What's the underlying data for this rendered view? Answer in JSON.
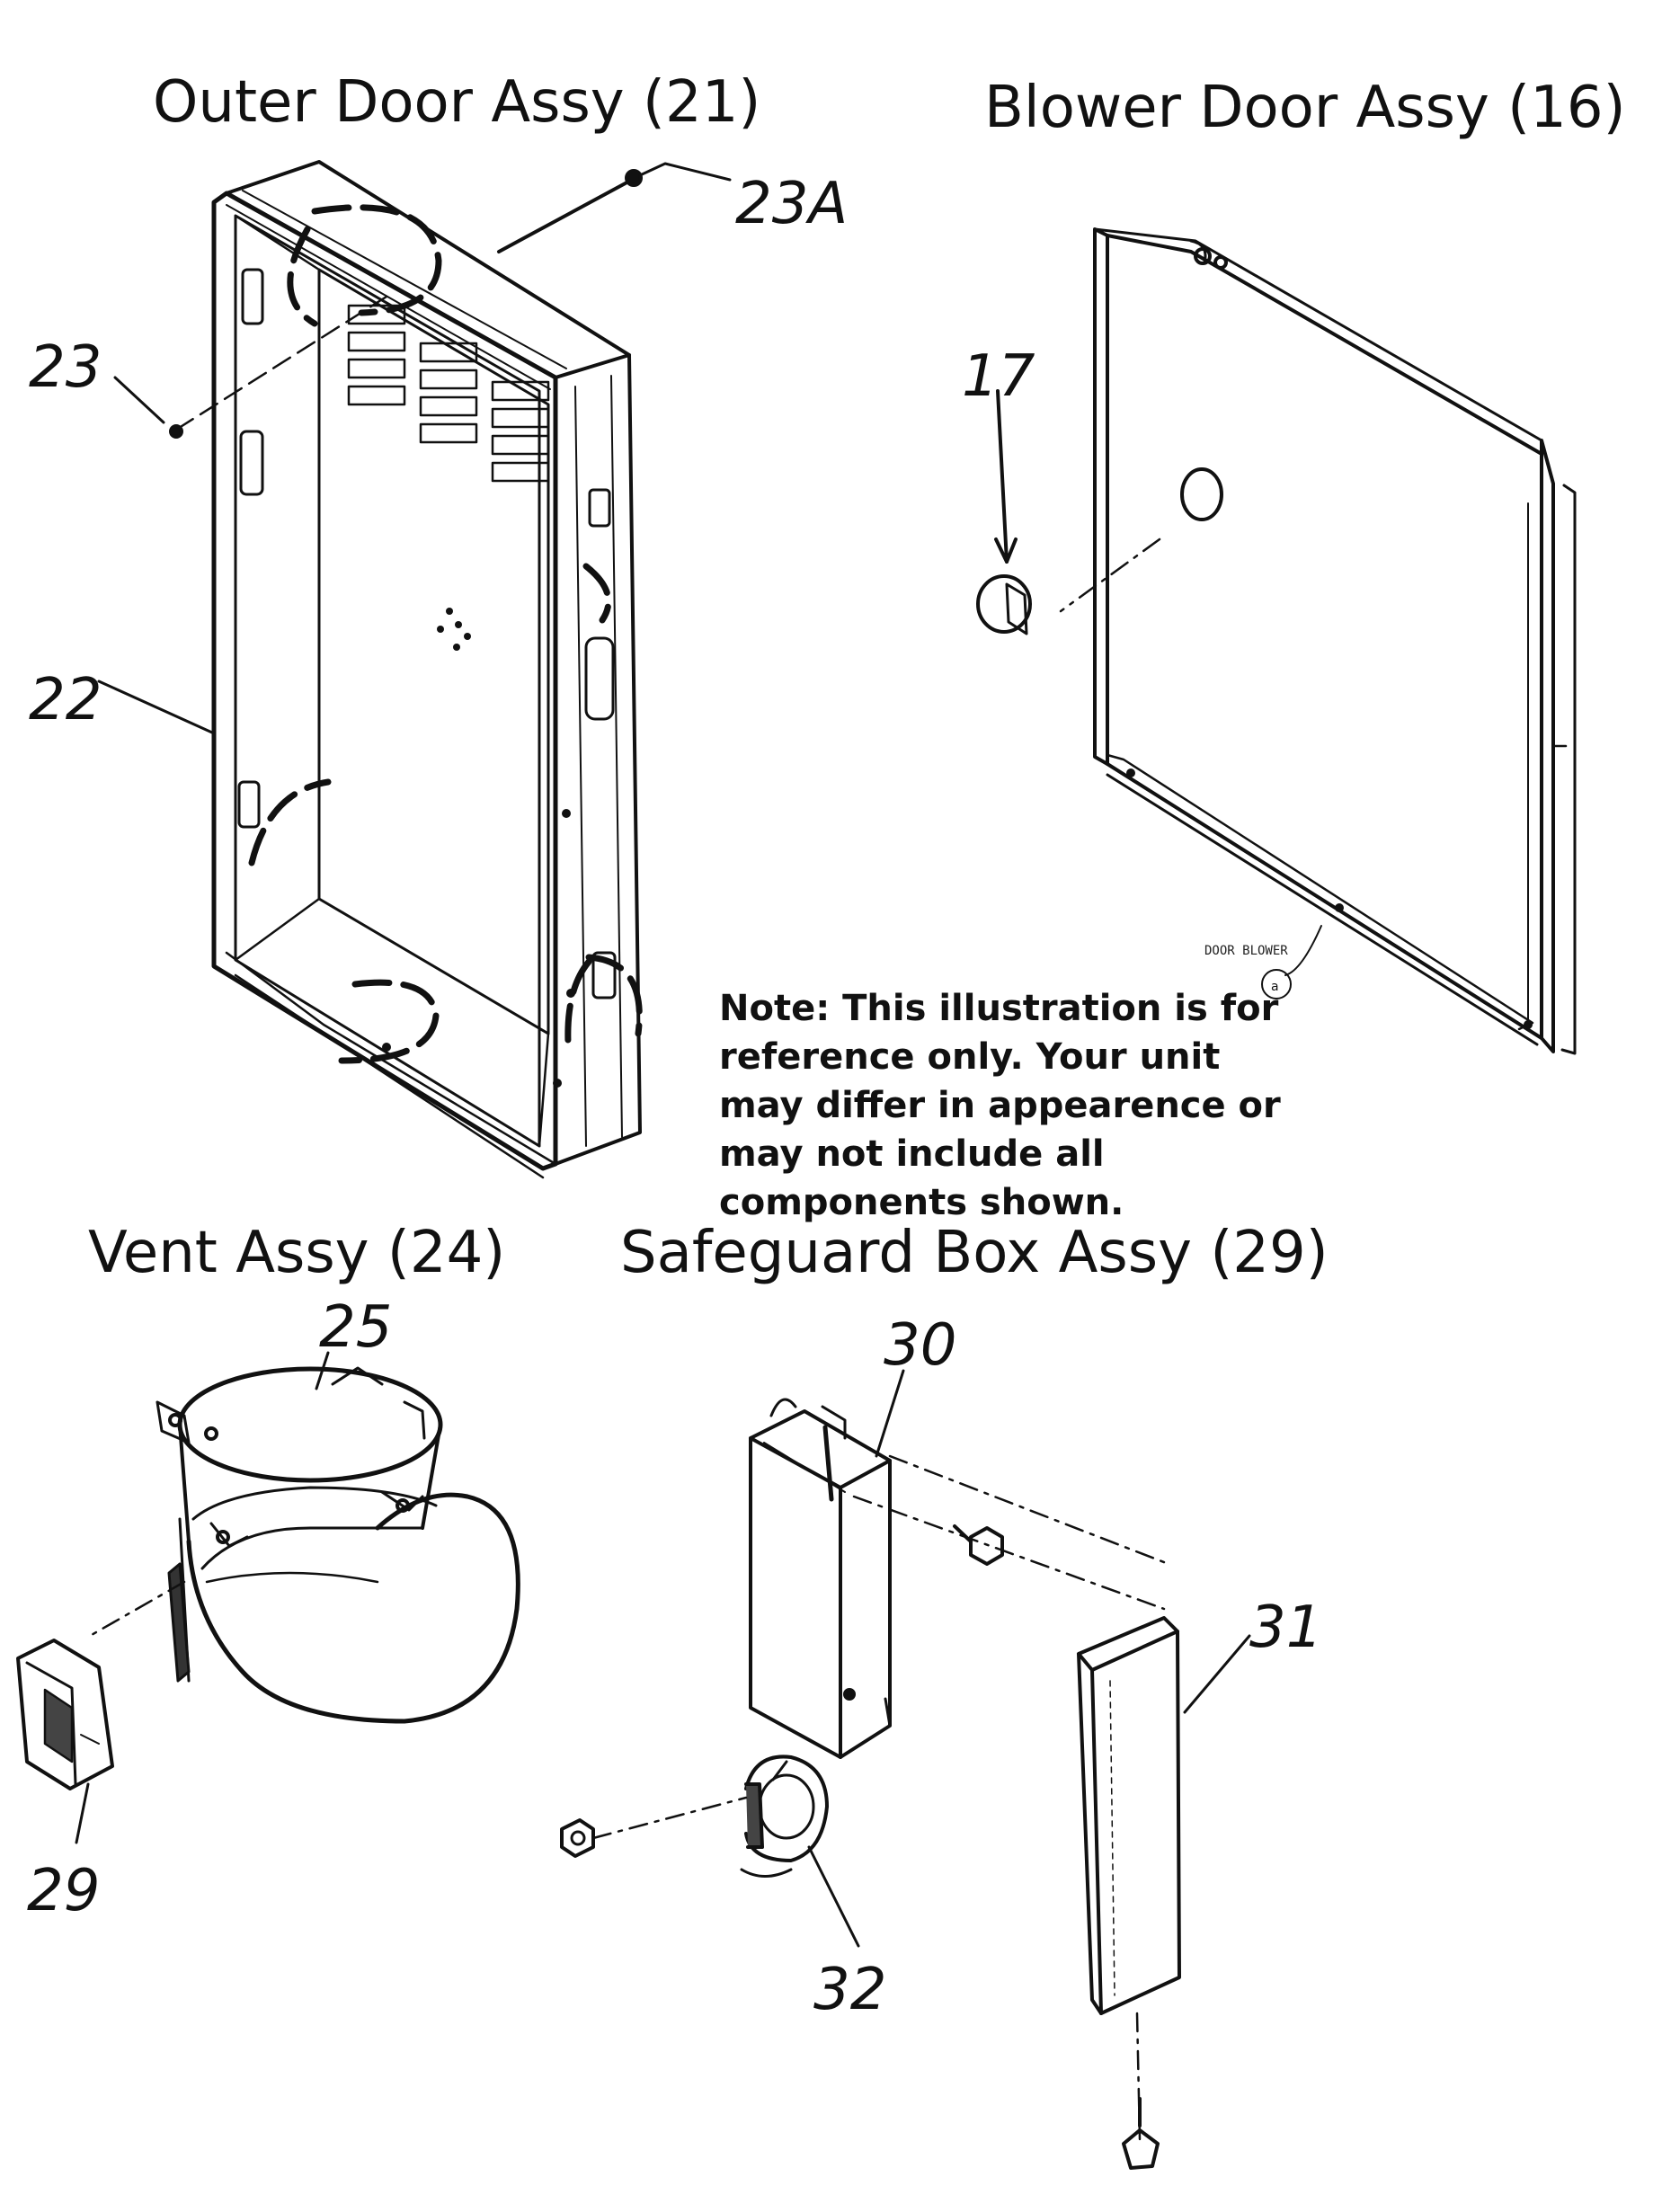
{
  "assemblies": {
    "outer_door": "Outer Door Assy (21)",
    "blower_door": "Blower Door Assy (16)",
    "vent": "Vent Assy (24)",
    "safeguard_box": "Safeguard Box Assy (29)"
  },
  "note": "Note: This illustration is for reference only. Your unit may differ in appearence or may not include all components shown.",
  "callouts": {
    "c23a": "23A",
    "c23": "23",
    "c22": "22",
    "c17": "17",
    "c25": "25",
    "c29": "29",
    "c30": "30",
    "c31": "31",
    "c32": "32"
  },
  "door_label": "DOOR BLOWER",
  "colors": {
    "ink": "#111111",
    "paper": "#ffffff"
  }
}
